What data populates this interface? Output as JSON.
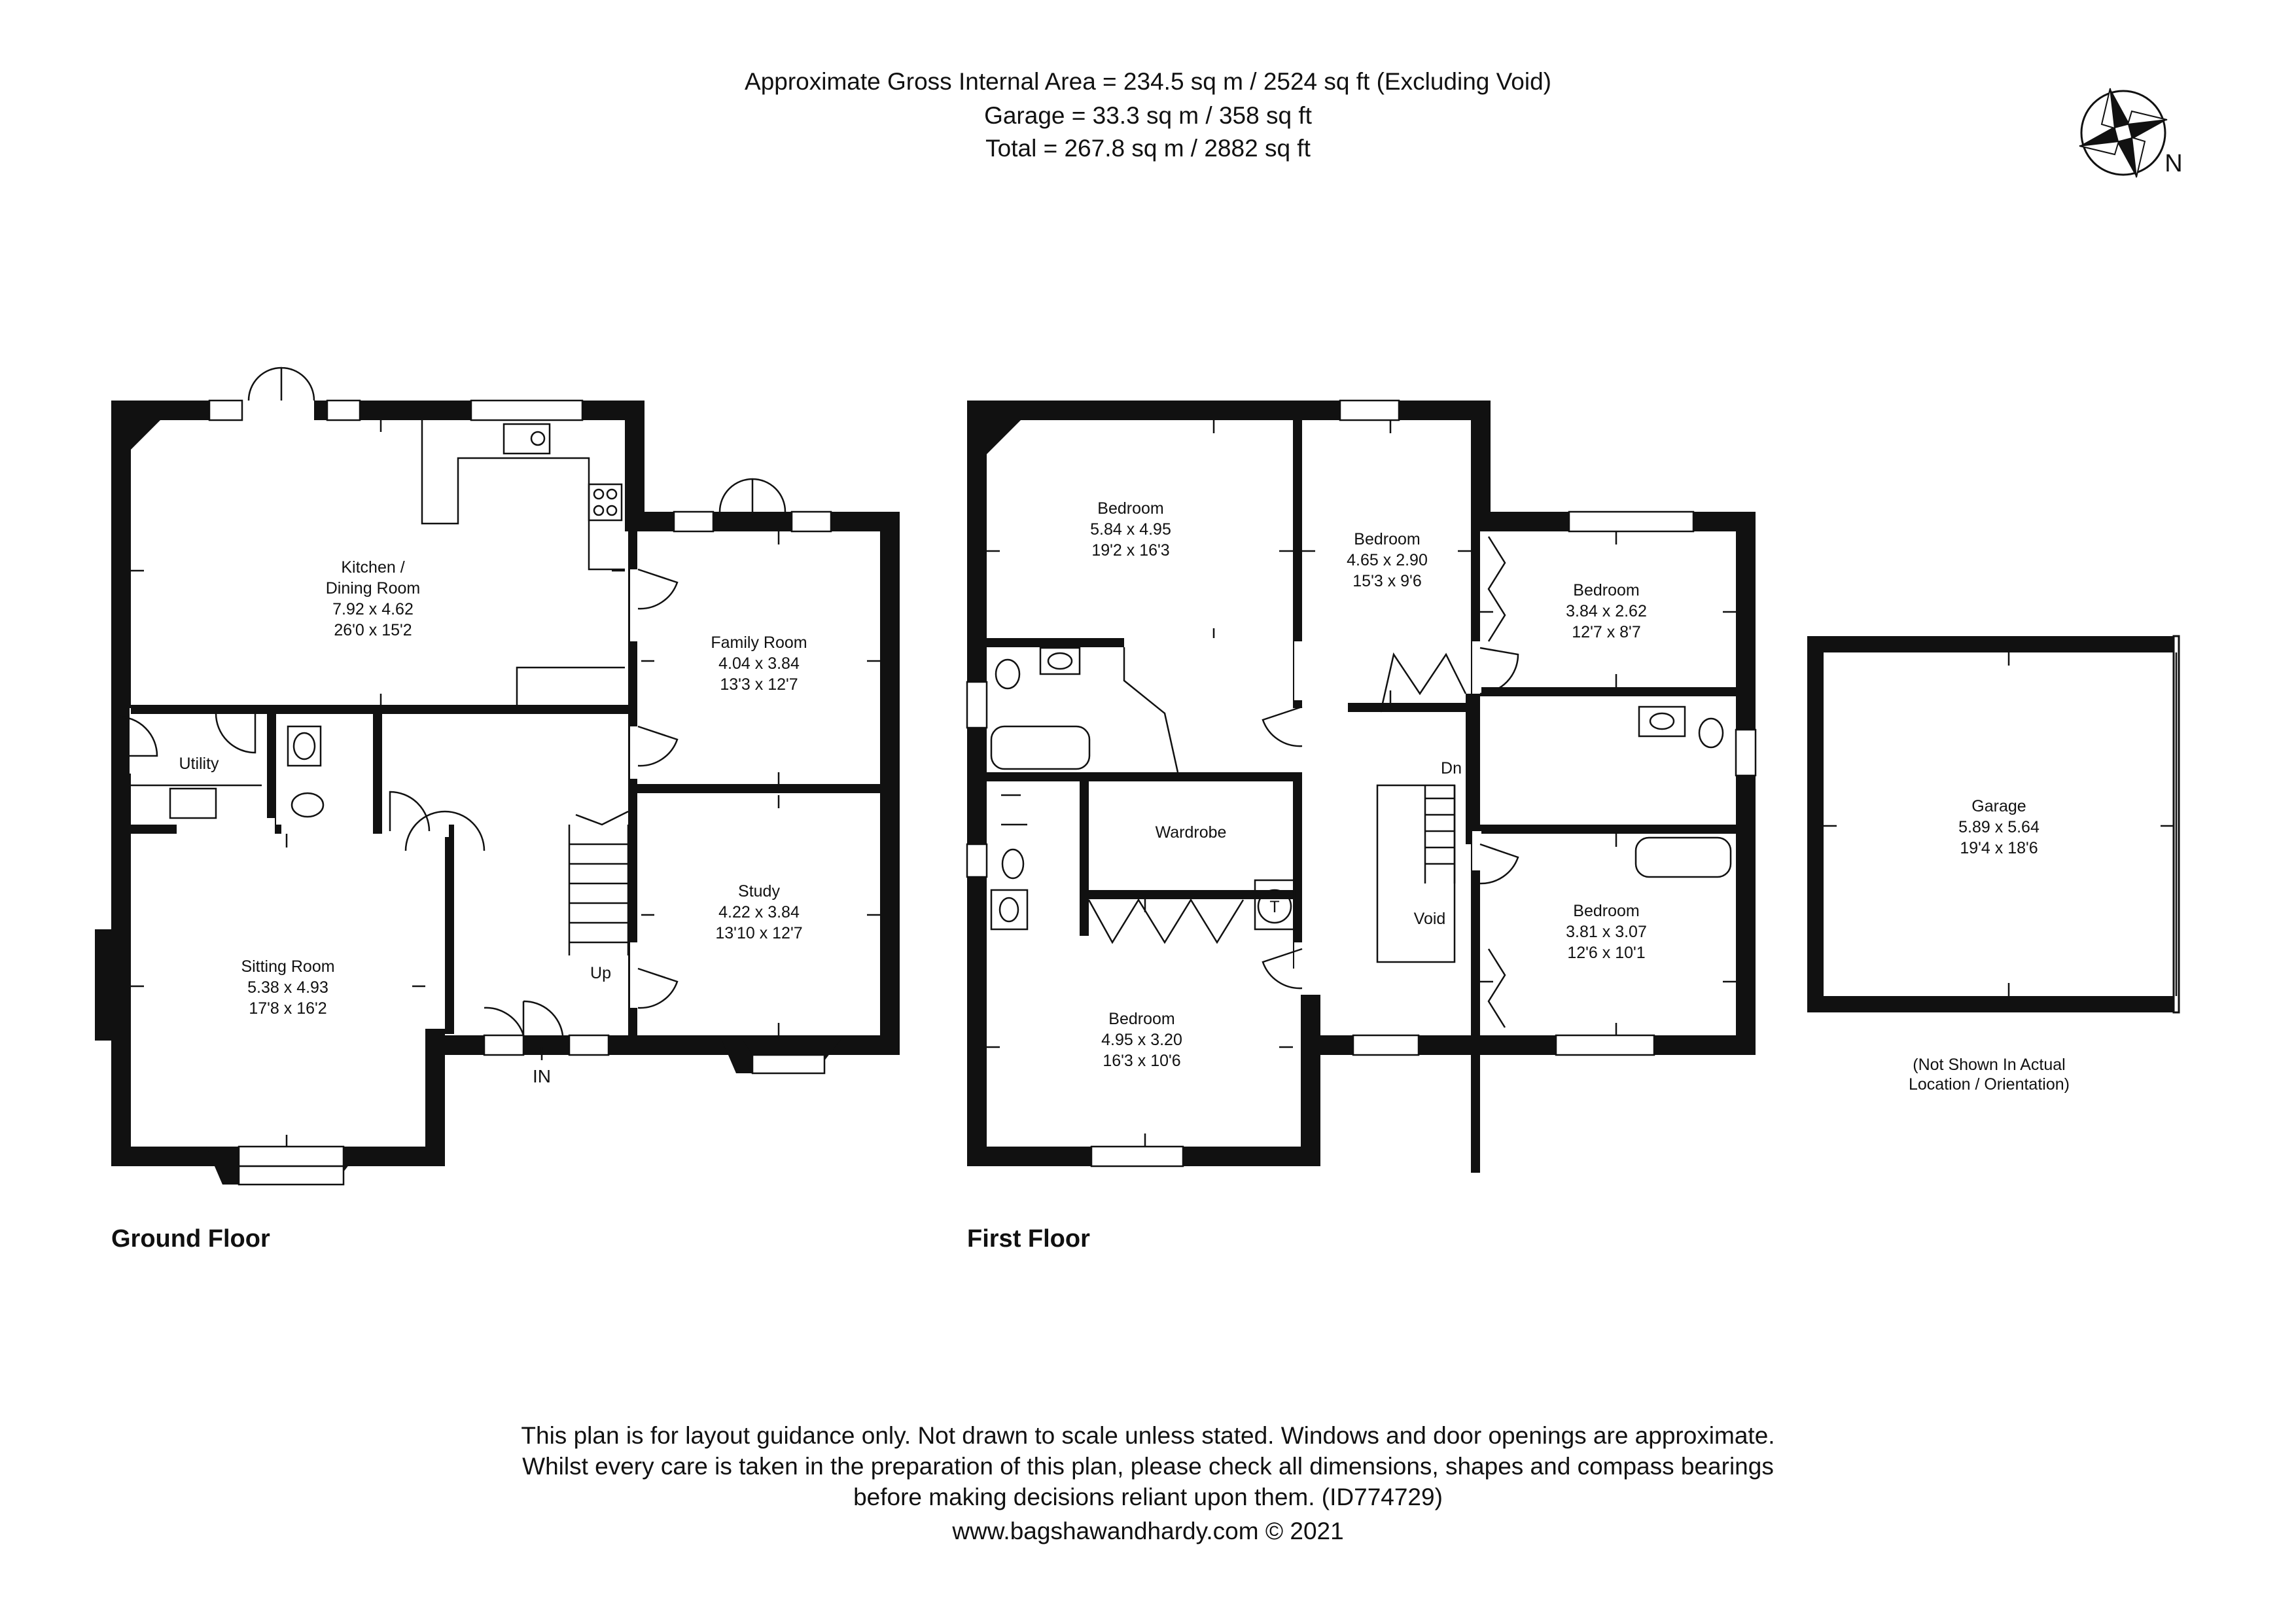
{
  "header": {
    "line1": "Approximate Gross Internal Area = 234.5 sq m / 2524 sq ft (Excluding Void)",
    "line2": "Garage = 33.3 sq m / 358 sq ft",
    "line3": "Total = 267.8 sq m / 2882 sq ft"
  },
  "compass": {
    "label": "N"
  },
  "ground_floor": {
    "title": "Ground Floor",
    "kitchen": {
      "name1": "Kitchen /",
      "name2": "Dining Room",
      "metric": "7.92 x 4.62",
      "imperial": "26'0 x 15'2"
    },
    "family": {
      "name": "Family Room",
      "metric": "4.04 x 3.84",
      "imperial": "13'3 x 12'7"
    },
    "utility": {
      "name": "Utility"
    },
    "study": {
      "name": "Study",
      "metric": "4.22 x 3.84",
      "imperial": "13'10 x 12'7"
    },
    "sitting": {
      "name": "Sitting Room",
      "metric": "5.38 x 4.93",
      "imperial": "17'8 x 16'2"
    },
    "stairs_label": "Up",
    "entrance_label": "IN"
  },
  "first_floor": {
    "title": "First Floor",
    "bed1": {
      "name": "Bedroom",
      "metric": "5.84 x 4.95",
      "imperial": "19'2 x 16'3"
    },
    "bed2": {
      "name": "Bedroom",
      "metric": "4.65 x 2.90",
      "imperial": "15'3 x 9'6"
    },
    "bed3": {
      "name": "Bedroom",
      "metric": "3.84 x 2.62",
      "imperial": "12'7 x 8'7"
    },
    "bed4": {
      "name": "Bedroom",
      "metric": "3.81 x 3.07",
      "imperial": "12'6 x 10'1"
    },
    "bed5": {
      "name": "Bedroom",
      "metric": "4.95 x 3.20",
      "imperial": "16'3 x 10'6"
    },
    "wardrobe": {
      "name": "Wardrobe"
    },
    "void": {
      "name": "Void"
    },
    "tank_label": "T",
    "stairs_label": "Dn"
  },
  "garage": {
    "name": "Garage",
    "metric": "5.89 x 5.64",
    "imperial": "19'4 x 18'6",
    "note1": "(Not Shown In Actual",
    "note2": "Location / Orientation)"
  },
  "disclaimer": {
    "line1": "This plan is for layout guidance only. Not drawn to scale unless stated. Windows and door openings are approximate.",
    "line2": "Whilst every care is taken in the preparation of this plan, please check all dimensions, shapes and compass bearings",
    "line3": "before making decisions reliant upon them. (ID774729)",
    "line4": "www.bagshawandhardy.com © 2021"
  }
}
